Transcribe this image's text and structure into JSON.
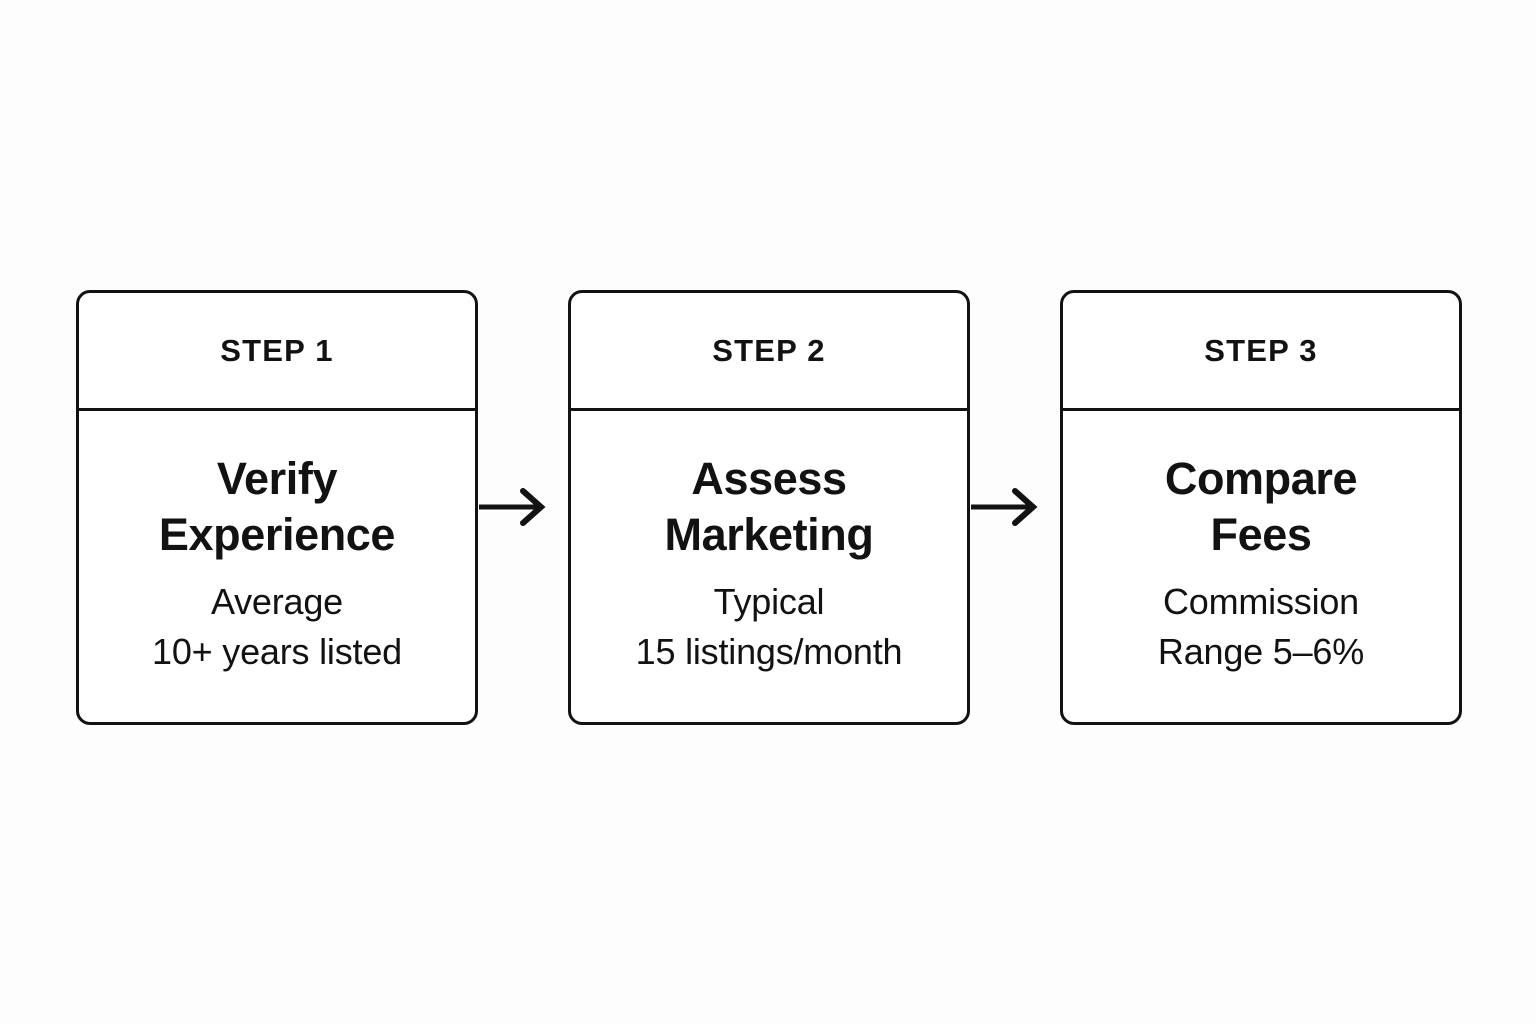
{
  "canvas": {
    "background_color": "#fdfdfd",
    "ink_color": "#121212"
  },
  "diagram": {
    "type": "process-flow",
    "orientation": "horizontal",
    "step_count": 3,
    "steps": [
      {
        "eyebrow": "STEP 1",
        "title": "Verify\nExperience",
        "detail": "Average\n10+ years listed"
      },
      {
        "eyebrow": "STEP 2",
        "title": "Assess\nMarketing",
        "detail": "Typical\n15 listings/month"
      },
      {
        "eyebrow": "STEP 3",
        "title": "Compare\nFees",
        "detail": "Commission\nRange 5–6%"
      }
    ],
    "connectors": [
      {
        "icon": "arrow-right-icon",
        "from": "STEP 1",
        "to": "STEP 2"
      },
      {
        "icon": "arrow-right-icon",
        "from": "STEP 2",
        "to": "STEP 3"
      }
    ]
  }
}
